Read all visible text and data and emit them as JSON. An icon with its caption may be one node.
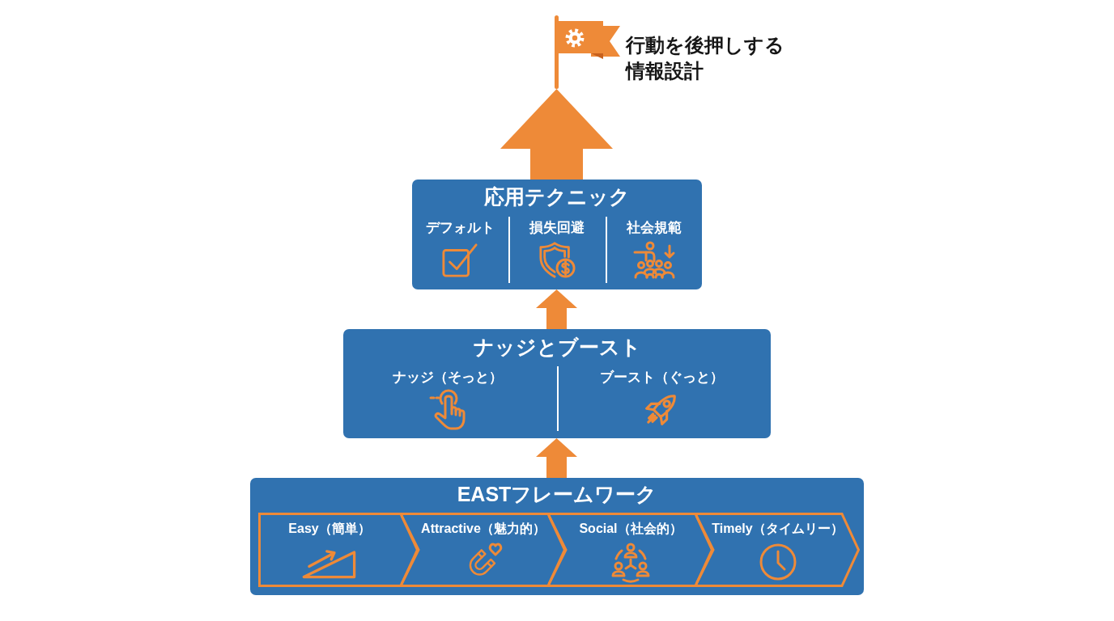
{
  "diagram": {
    "nodes": [
      {
        "text": [],
        "shape": "flag",
        "beside": [
          "行動を後押しする情報設計"
        ]
      },
      {
        "text": [
          "応用テクニック"
        ]
      },
      {
        "text": [
          "デフォルト"
        ],
        "in": 1
      },
      {
        "text": [
          "損失回避"
        ],
        "in": 1
      },
      {
        "text": [
          "社会規範"
        ],
        "in": 1
      },
      {
        "text": [
          "ナッジとブースト"
        ]
      },
      {
        "text": [
          "ナッジ（そっと）"
        ],
        "in": 5
      },
      {
        "text": [
          "ブースト（ぐっと）"
        ],
        "in": 5
      },
      {
        "text": [
          "EASTフレームワーク"
        ]
      },
      {
        "text": [
          "Easy（簡単）"
        ],
        "in": 8
      },
      {
        "text": [
          "Attractive（魅力的）"
        ],
        "in": 8
      },
      {
        "text": [
          "Social（社会的）"
        ],
        "in": 8
      },
      {
        "text": [
          "Timely（タイムリー）"
        ],
        "in": 8
      }
    ],
    "edges": [
      {
        "from": 8,
        "to": 5,
        "arrow": "to"
      },
      {
        "from": 5,
        "to": 1,
        "arrow": "to"
      },
      {
        "from": 1,
        "to": 0,
        "arrow": "to"
      }
    ]
  }
}
